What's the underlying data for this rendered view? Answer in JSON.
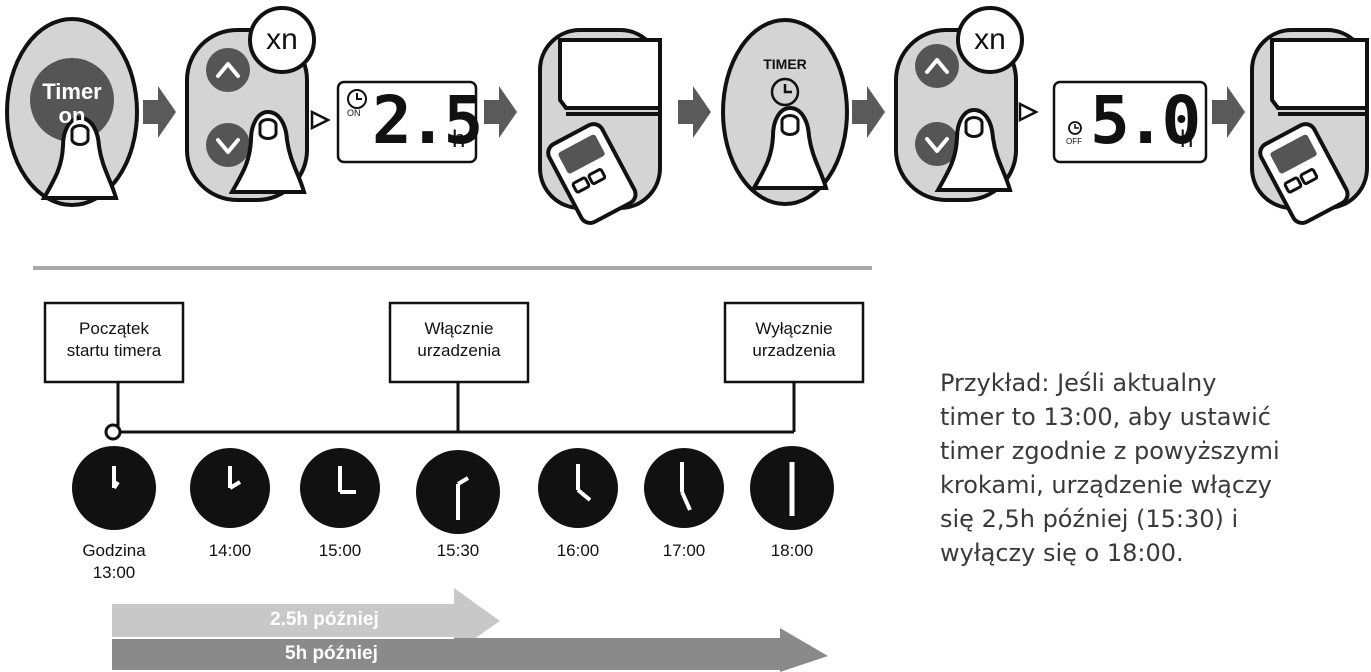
{
  "steps": {
    "timer_on_button": {
      "line1": "Timer",
      "line2": "on"
    },
    "repeat_label_1": "xn",
    "display_on": {
      "mode": "ON",
      "digits": "2.5",
      "unit": "h"
    },
    "timer_button": {
      "label": "TIMER"
    },
    "repeat_label_2": "xn",
    "display_off": {
      "mode": "OFF",
      "digits": "5.0",
      "unit": "h"
    }
  },
  "timeline": {
    "boxes": [
      {
        "line1": "Początek",
        "line2": "startu timera"
      },
      {
        "line1": "Włącznie",
        "line2": "urzadzenia"
      },
      {
        "line1": "Wyłącznie",
        "line2": "urzadzenia"
      }
    ],
    "clocks": [
      {
        "line1": "Godzina",
        "line2": "13:00"
      },
      {
        "line1": "14:00",
        "line2": ""
      },
      {
        "line1": "15:00",
        "line2": ""
      },
      {
        "line1": "15:30",
        "line2": ""
      },
      {
        "line1": "16:00",
        "line2": ""
      },
      {
        "line1": "17:00",
        "line2": ""
      },
      {
        "line1": "18:00",
        "line2": ""
      }
    ],
    "arrows": [
      {
        "label": "2.5h później",
        "color": "#c8c8c8"
      },
      {
        "label": "5h później",
        "color": "#8a8a8a"
      }
    ]
  },
  "example_text": "Przykład: Jeśli aktualny timer to 13:00, aby ustawić timer zgodnie z powyższymi krokami, urządzenie włączy się 2,5h później (15:30) i wyłączy się o 18:00.",
  "colors": {
    "step_arrow": "#5a5a5a",
    "panel": "#d4d4d4",
    "divider": "#a8a8a8",
    "dark": "#111111"
  }
}
